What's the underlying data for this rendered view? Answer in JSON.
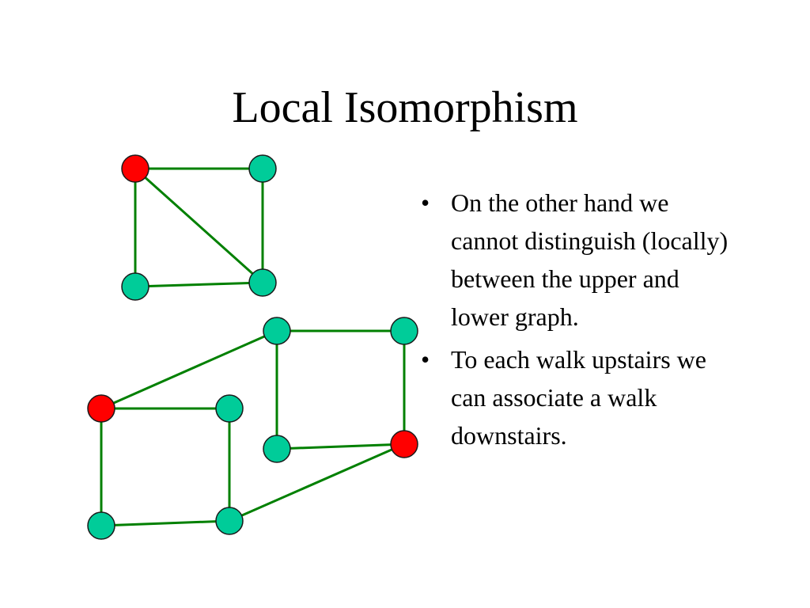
{
  "slide": {
    "title": "Local Isomorphism"
  },
  "colors": {
    "edge": "#008000",
    "node_plain": "#00cc99",
    "node_marked": "#ff0000",
    "node_stroke": "#1a1a1a"
  },
  "diagram": {
    "upper_graph": {
      "nodes": [
        {
          "id": "u1",
          "color": "marked"
        },
        {
          "id": "u2",
          "color": "plain"
        },
        {
          "id": "u3",
          "color": "plain"
        },
        {
          "id": "u4",
          "color": "plain"
        }
      ],
      "edges": [
        [
          "u1",
          "u2"
        ],
        [
          "u1",
          "u3"
        ],
        [
          "u1",
          "u4"
        ],
        [
          "u2",
          "u4"
        ],
        [
          "u3",
          "u4"
        ]
      ]
    },
    "lower_graph": {
      "nodes": [
        {
          "id": "l1",
          "color": "plain"
        },
        {
          "id": "l2",
          "color": "plain"
        },
        {
          "id": "l3",
          "color": "plain"
        },
        {
          "id": "l4",
          "color": "marked"
        },
        {
          "id": "l5",
          "color": "marked"
        },
        {
          "id": "l6",
          "color": "plain"
        },
        {
          "id": "l7",
          "color": "plain"
        },
        {
          "id": "l8",
          "color": "plain"
        }
      ],
      "edges": [
        [
          "l1",
          "l2"
        ],
        [
          "l1",
          "l3"
        ],
        [
          "l3",
          "l4"
        ],
        [
          "l2",
          "l4"
        ],
        [
          "l5",
          "l1"
        ],
        [
          "l5",
          "l6"
        ],
        [
          "l5",
          "l7"
        ],
        [
          "l6",
          "l8"
        ],
        [
          "l7",
          "l8"
        ],
        [
          "l8",
          "l4"
        ]
      ]
    }
  },
  "bullets": [
    {
      "mark": "•",
      "text": "On the other hand we cannot distinguish (locally) between the upper and lower graph."
    },
    {
      "mark": "•",
      "text": "To each walk upstairs we can associate a walk downstairs."
    }
  ]
}
